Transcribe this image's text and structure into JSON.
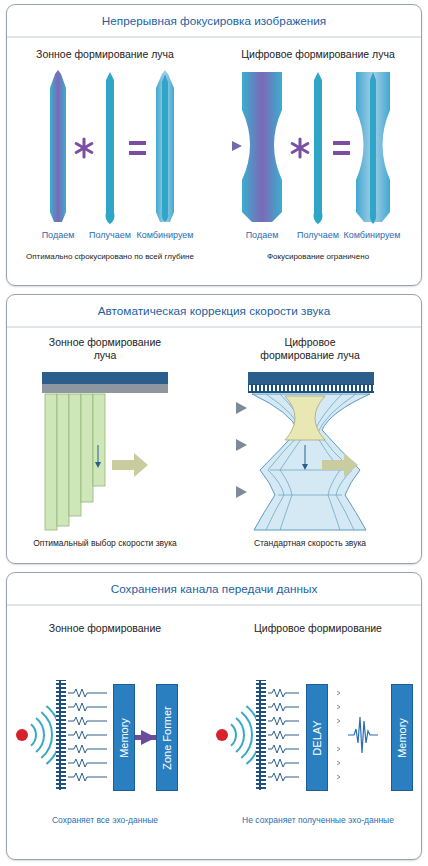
{
  "diagram": {
    "nodes": [
      {
        "text": [
          "Непрерывная фокусировка изображения"
        ]
      },
      {
        "text": [
          "Автоматическая коррекция скорости звука"
        ]
      },
      {
        "text": [
          "Сохранения канала передачи данных"
        ]
      },
      {
        "text": [
          "Memory"
        ],
        "in": 2
      },
      {
        "text": [
          "Zone Former"
        ],
        "in": 2
      },
      {
        "text": [
          "DELAY"
        ],
        "in": 2
      },
      {
        "text": [
          "Memory"
        ],
        "in": 2
      }
    ],
    "edges": [
      {
        "from": 3,
        "to": 4,
        "arrow": "to"
      }
    ],
    "labels": [
      "Зонное формирование луча",
      "Цифровое формирование луча",
      "Подаем",
      "Получаем",
      "Комбинируем",
      "Подаем",
      "Получаем",
      "Комбинируем",
      "Оптимально сфокусировано по всей глубине",
      "Фокусирование ограничено",
      "Зонное формирование луча",
      "Цифровое формирование луча",
      "Оптимальный выбор скорости звука",
      "Стандартная скорость звука",
      "Зонное формирование",
      "Цифровое формирование",
      "Сохраняет все эхо-данные",
      "Не сохраняет полученные эхо-данные"
    ]
  }
}
